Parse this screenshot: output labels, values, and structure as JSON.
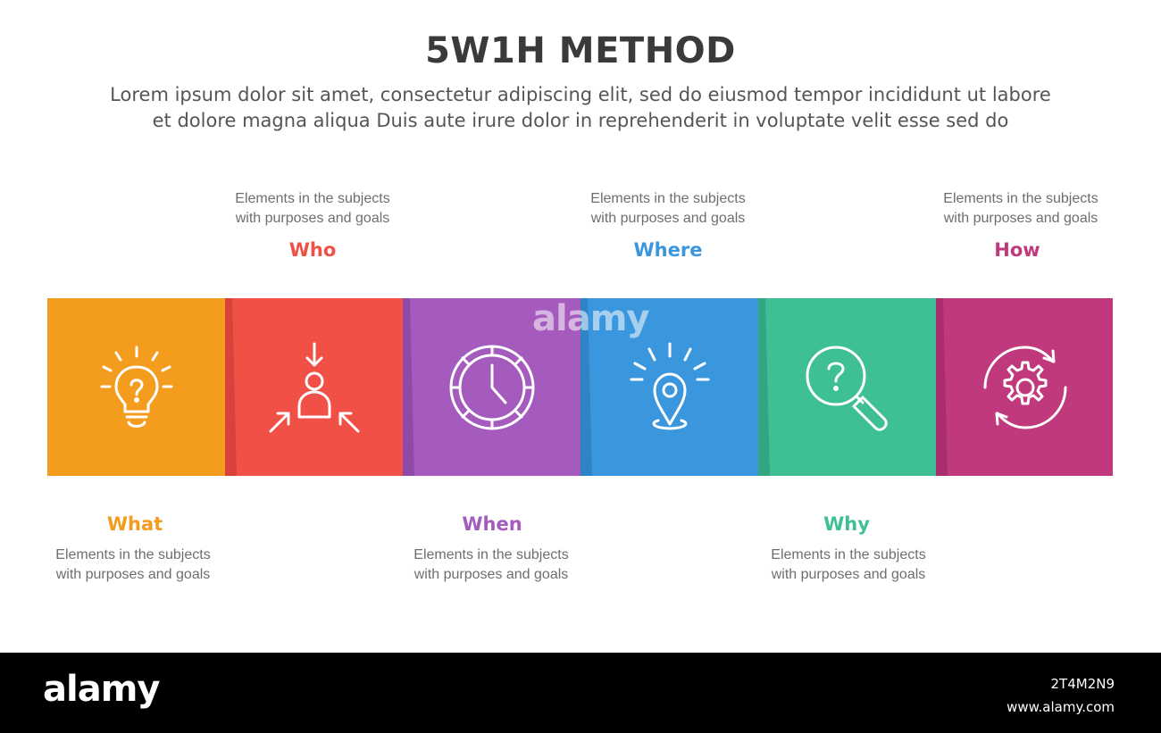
{
  "title": "5W1H METHOD",
  "subtitle": {
    "line1": "Lorem ipsum dolor sit amet, consectetur adipiscing elit, sed do eiusmod tempor incididunt ut labore",
    "line2": "et dolore magna aliqua Duis aute irure dolor in reprehenderit in voluptate velit esse sed do"
  },
  "steps": [
    {
      "label": "What",
      "color": "#f39c1e",
      "icon": "lightbulb-question-icon",
      "desc1": "Elements in the subjects",
      "desc2": "with purposes and goals"
    },
    {
      "label": "Who",
      "color": "#f05046",
      "icon": "person-arrows-icon",
      "desc1": "Elements in the subjects",
      "desc2": "with purposes and goals"
    },
    {
      "label": "When",
      "color": "#a45bbd",
      "icon": "clock-icon",
      "desc1": "Elements in the subjects",
      "desc2": "with purposes and goals"
    },
    {
      "label": "Where",
      "color": "#3b97dd",
      "icon": "location-pin-icon",
      "desc1": "Elements in the subjects",
      "desc2": "with purposes and goals"
    },
    {
      "label": "Why",
      "color": "#3fbf95",
      "icon": "magnifier-question-icon",
      "desc1": "Elements in the subjects",
      "desc2": "with purposes and goals"
    },
    {
      "label": "How",
      "color": "#c0397d",
      "icon": "gear-cycle-icon",
      "desc1": "Elements in the subjects",
      "desc2": "with purposes and goals"
    }
  ],
  "footer": {
    "logo": "alamy",
    "image_id": "2T4M2N9",
    "site": "www.alamy.com"
  },
  "watermark": "alamy"
}
